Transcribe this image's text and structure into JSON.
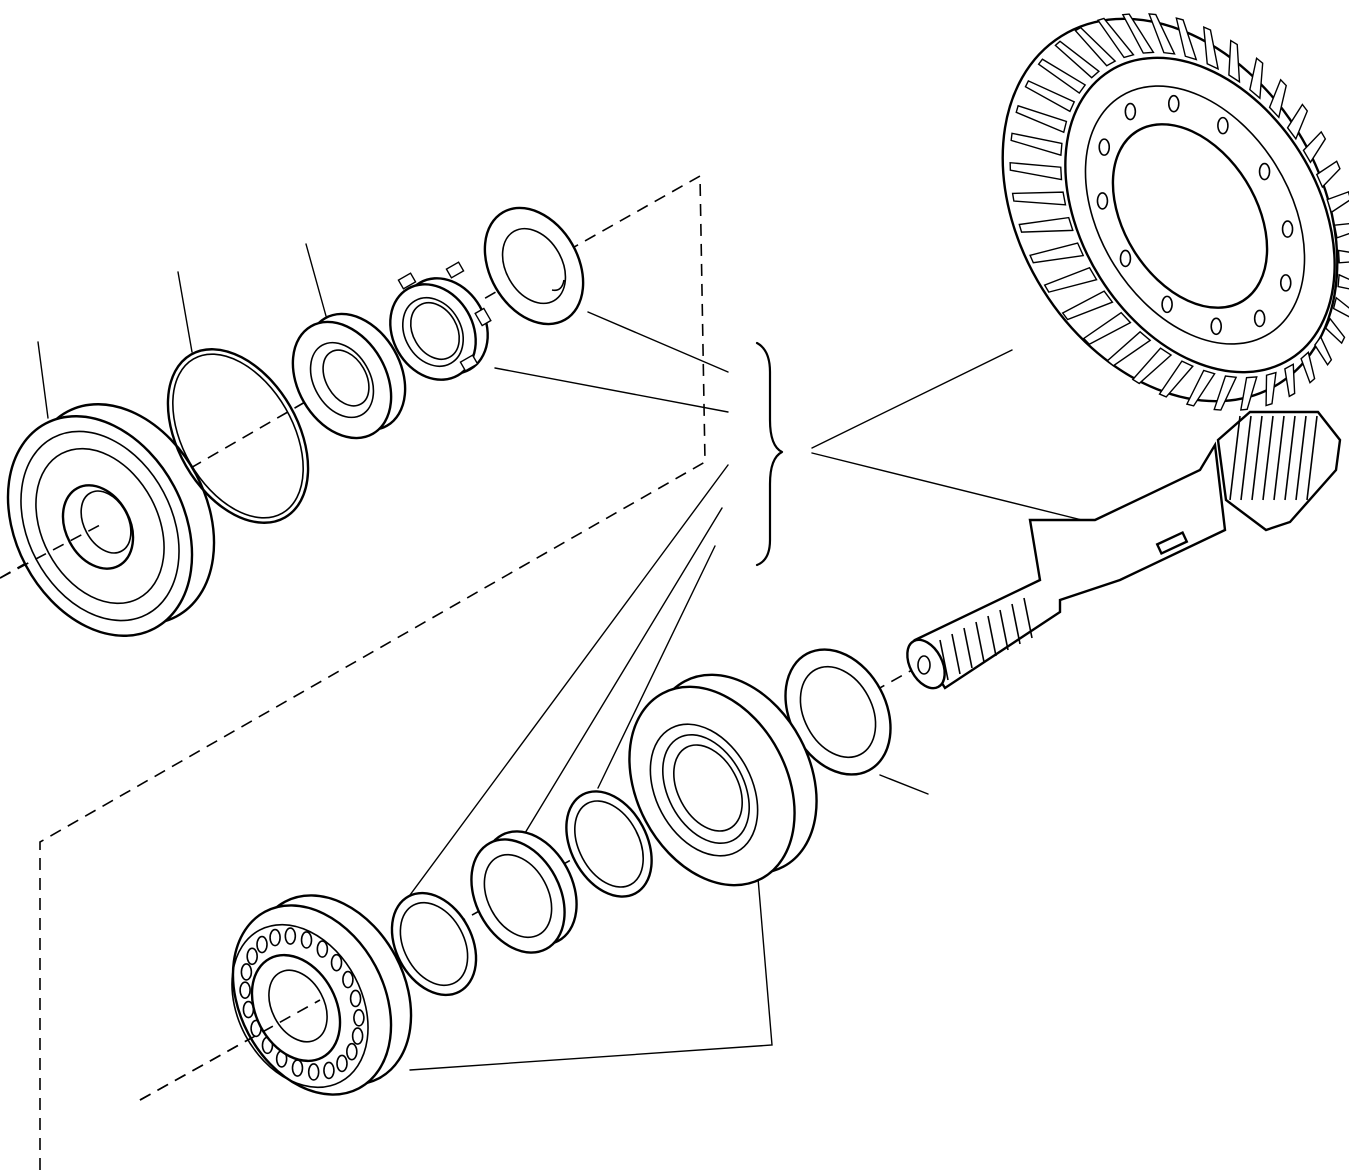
{
  "diagram": {
    "type": "exploded-parts-view",
    "parts": [
      {
        "id": "bearing-cup-housing",
        "icon": "bearing-housing-icon"
      },
      {
        "id": "o-ring",
        "icon": "o-ring-icon"
      },
      {
        "id": "taper-bearing-small",
        "icon": "taper-bearing-icon"
      },
      {
        "id": "lock-nut",
        "icon": "castle-nut-icon"
      },
      {
        "id": "tab-washer",
        "icon": "tab-washer-icon"
      },
      {
        "id": "ring-gear",
        "icon": "bevel-ring-gear-icon"
      },
      {
        "id": "pinion-shaft",
        "icon": "bevel-pinion-shaft-icon"
      },
      {
        "id": "thrust-washer",
        "icon": "washer-icon"
      },
      {
        "id": "taper-bearing-large",
        "icon": "taper-bearing-icon"
      },
      {
        "id": "spacer-ring",
        "icon": "spacer-ring-icon"
      },
      {
        "id": "bearing-race",
        "icon": "bearing-race-icon"
      },
      {
        "id": "shim-ring",
        "icon": "shim-ring-icon"
      },
      {
        "id": "roller-bearing",
        "icon": "roller-bearing-icon"
      }
    ],
    "colors": {
      "line": "#000000",
      "background": "#ffffff"
    }
  }
}
